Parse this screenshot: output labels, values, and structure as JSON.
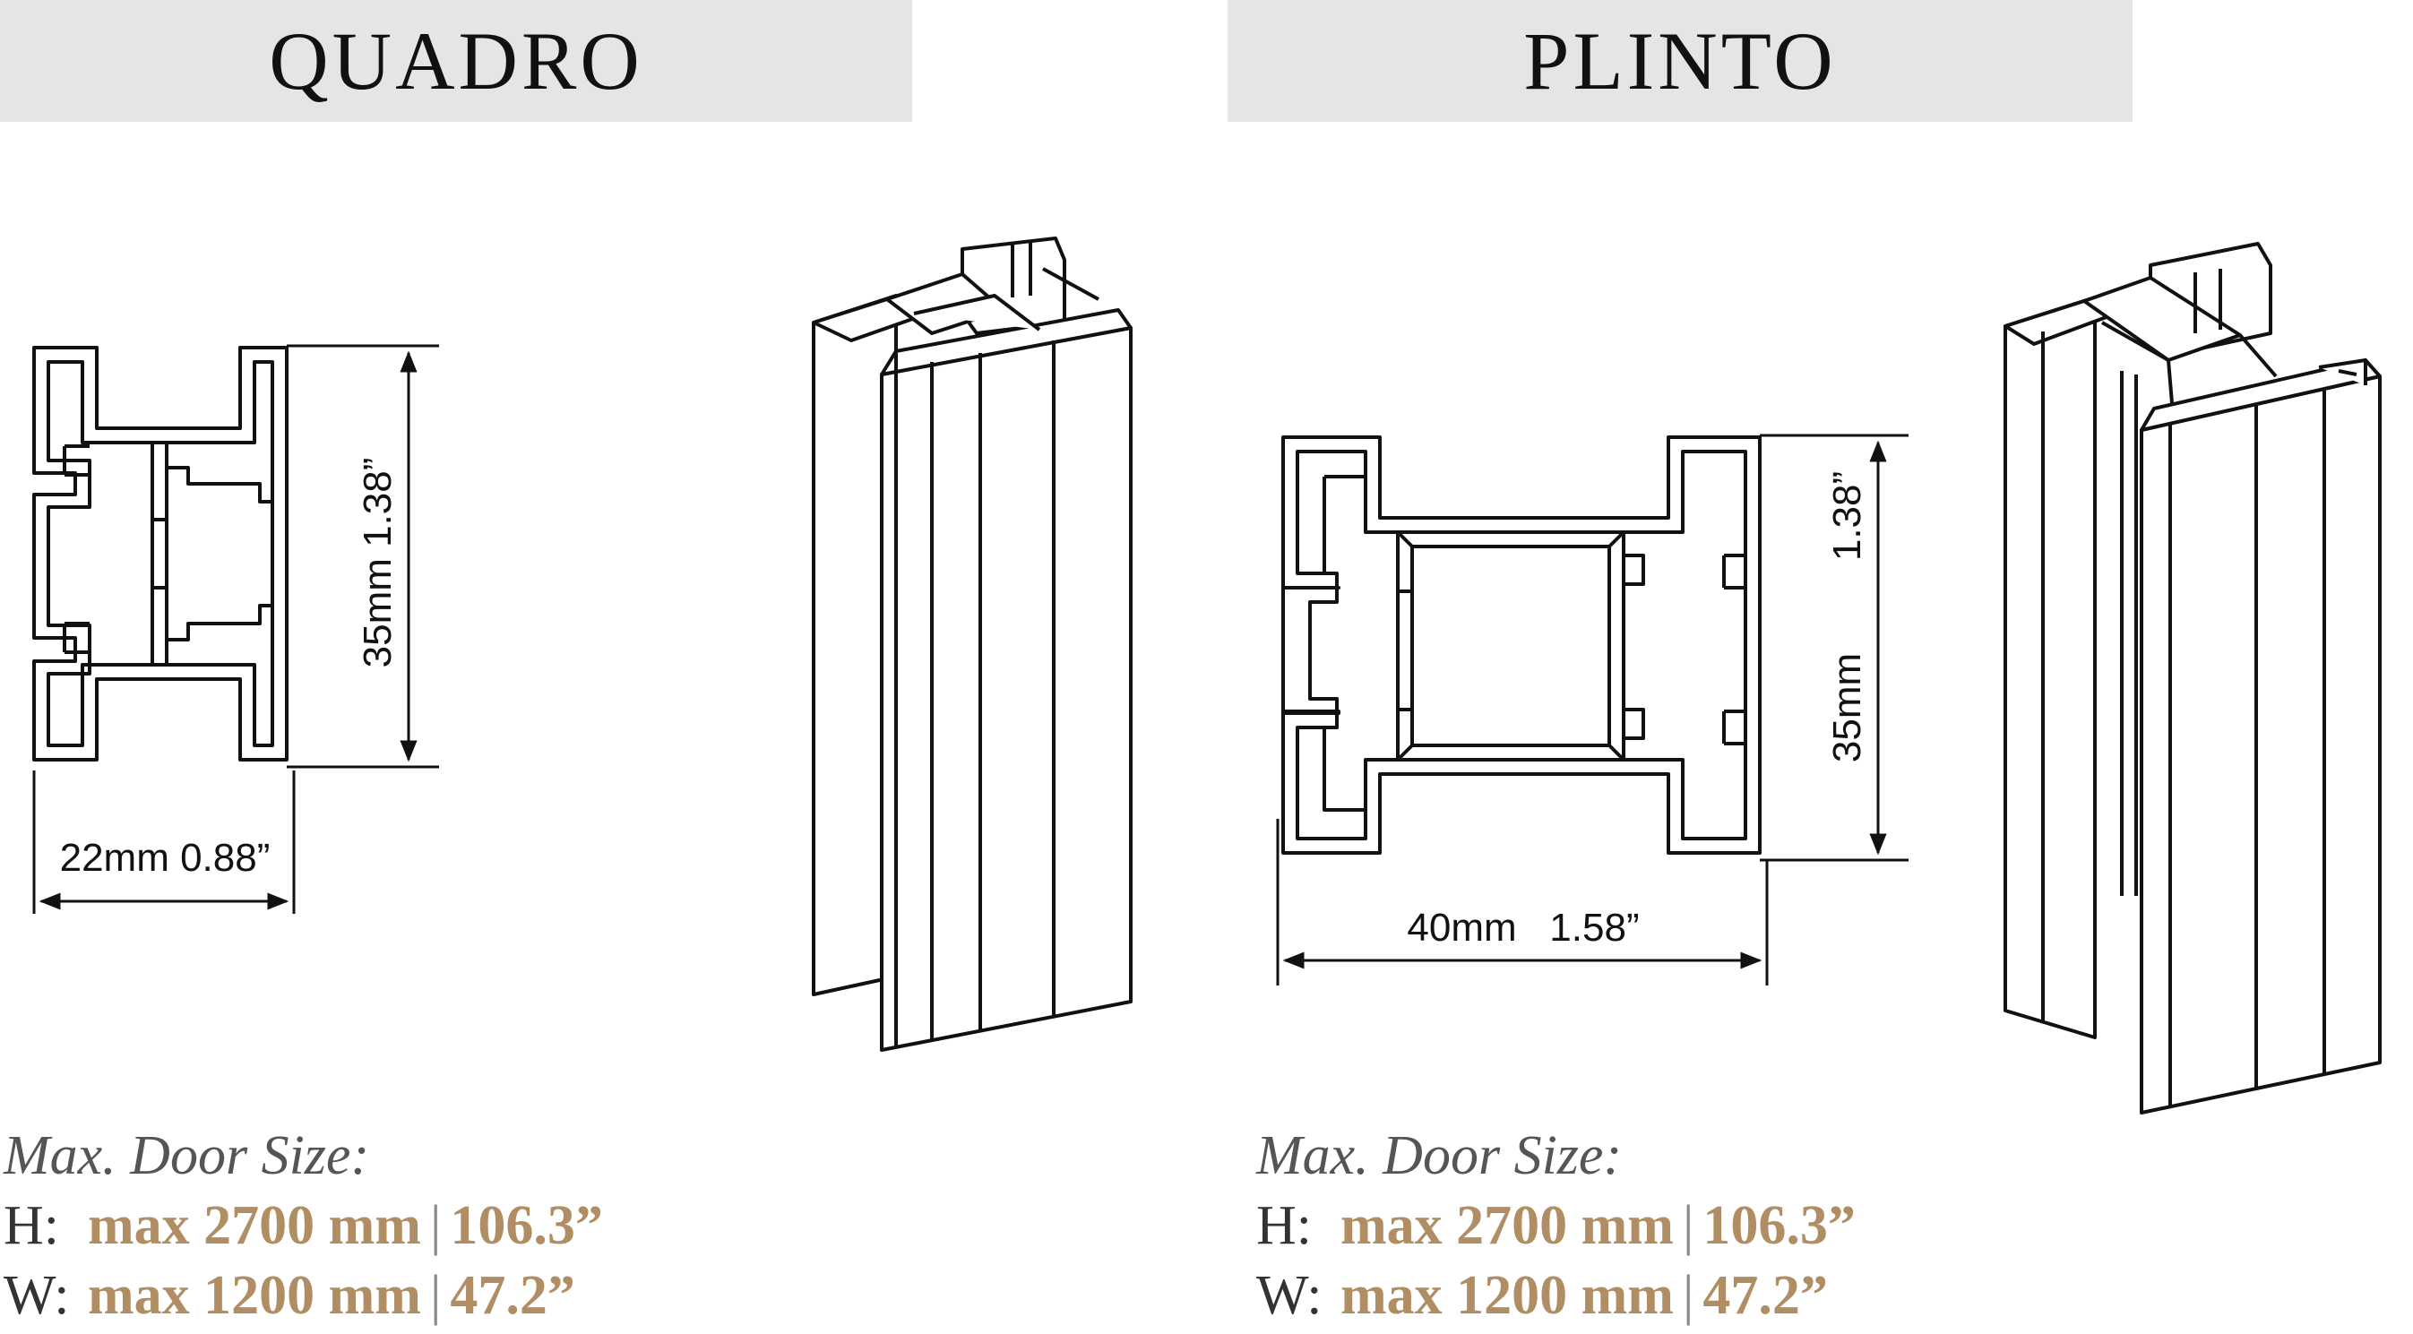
{
  "panels": [
    {
      "title": "QUADRO",
      "height_label": "35mm 1.38”",
      "width_label": "22mm 0.88”",
      "spec": {
        "title": "Max. Door Size:",
        "h_key": "H:",
        "h_mm": "max 2700 mm",
        "h_in": "106.3”",
        "w_key": "W:",
        "w_mm": "max 1200 mm",
        "w_in": "47.2”",
        "separator": "|"
      }
    },
    {
      "title": "PLINTO",
      "height_label_mm": "35mm",
      "height_label_in": "1.38”",
      "width_label": "40mm   1.58”",
      "spec": {
        "title": "Max. Door Size:",
        "h_key": "H:",
        "h_mm": "max 2700 mm",
        "h_in": "106.3”",
        "w_key": "W:",
        "w_mm": "max 1200 mm",
        "w_in": "47.2”",
        "separator": "|"
      }
    }
  ],
  "colors": {
    "banner_bg": "#e5e5e5",
    "accent": "#b08d62",
    "line": "#111111"
  }
}
